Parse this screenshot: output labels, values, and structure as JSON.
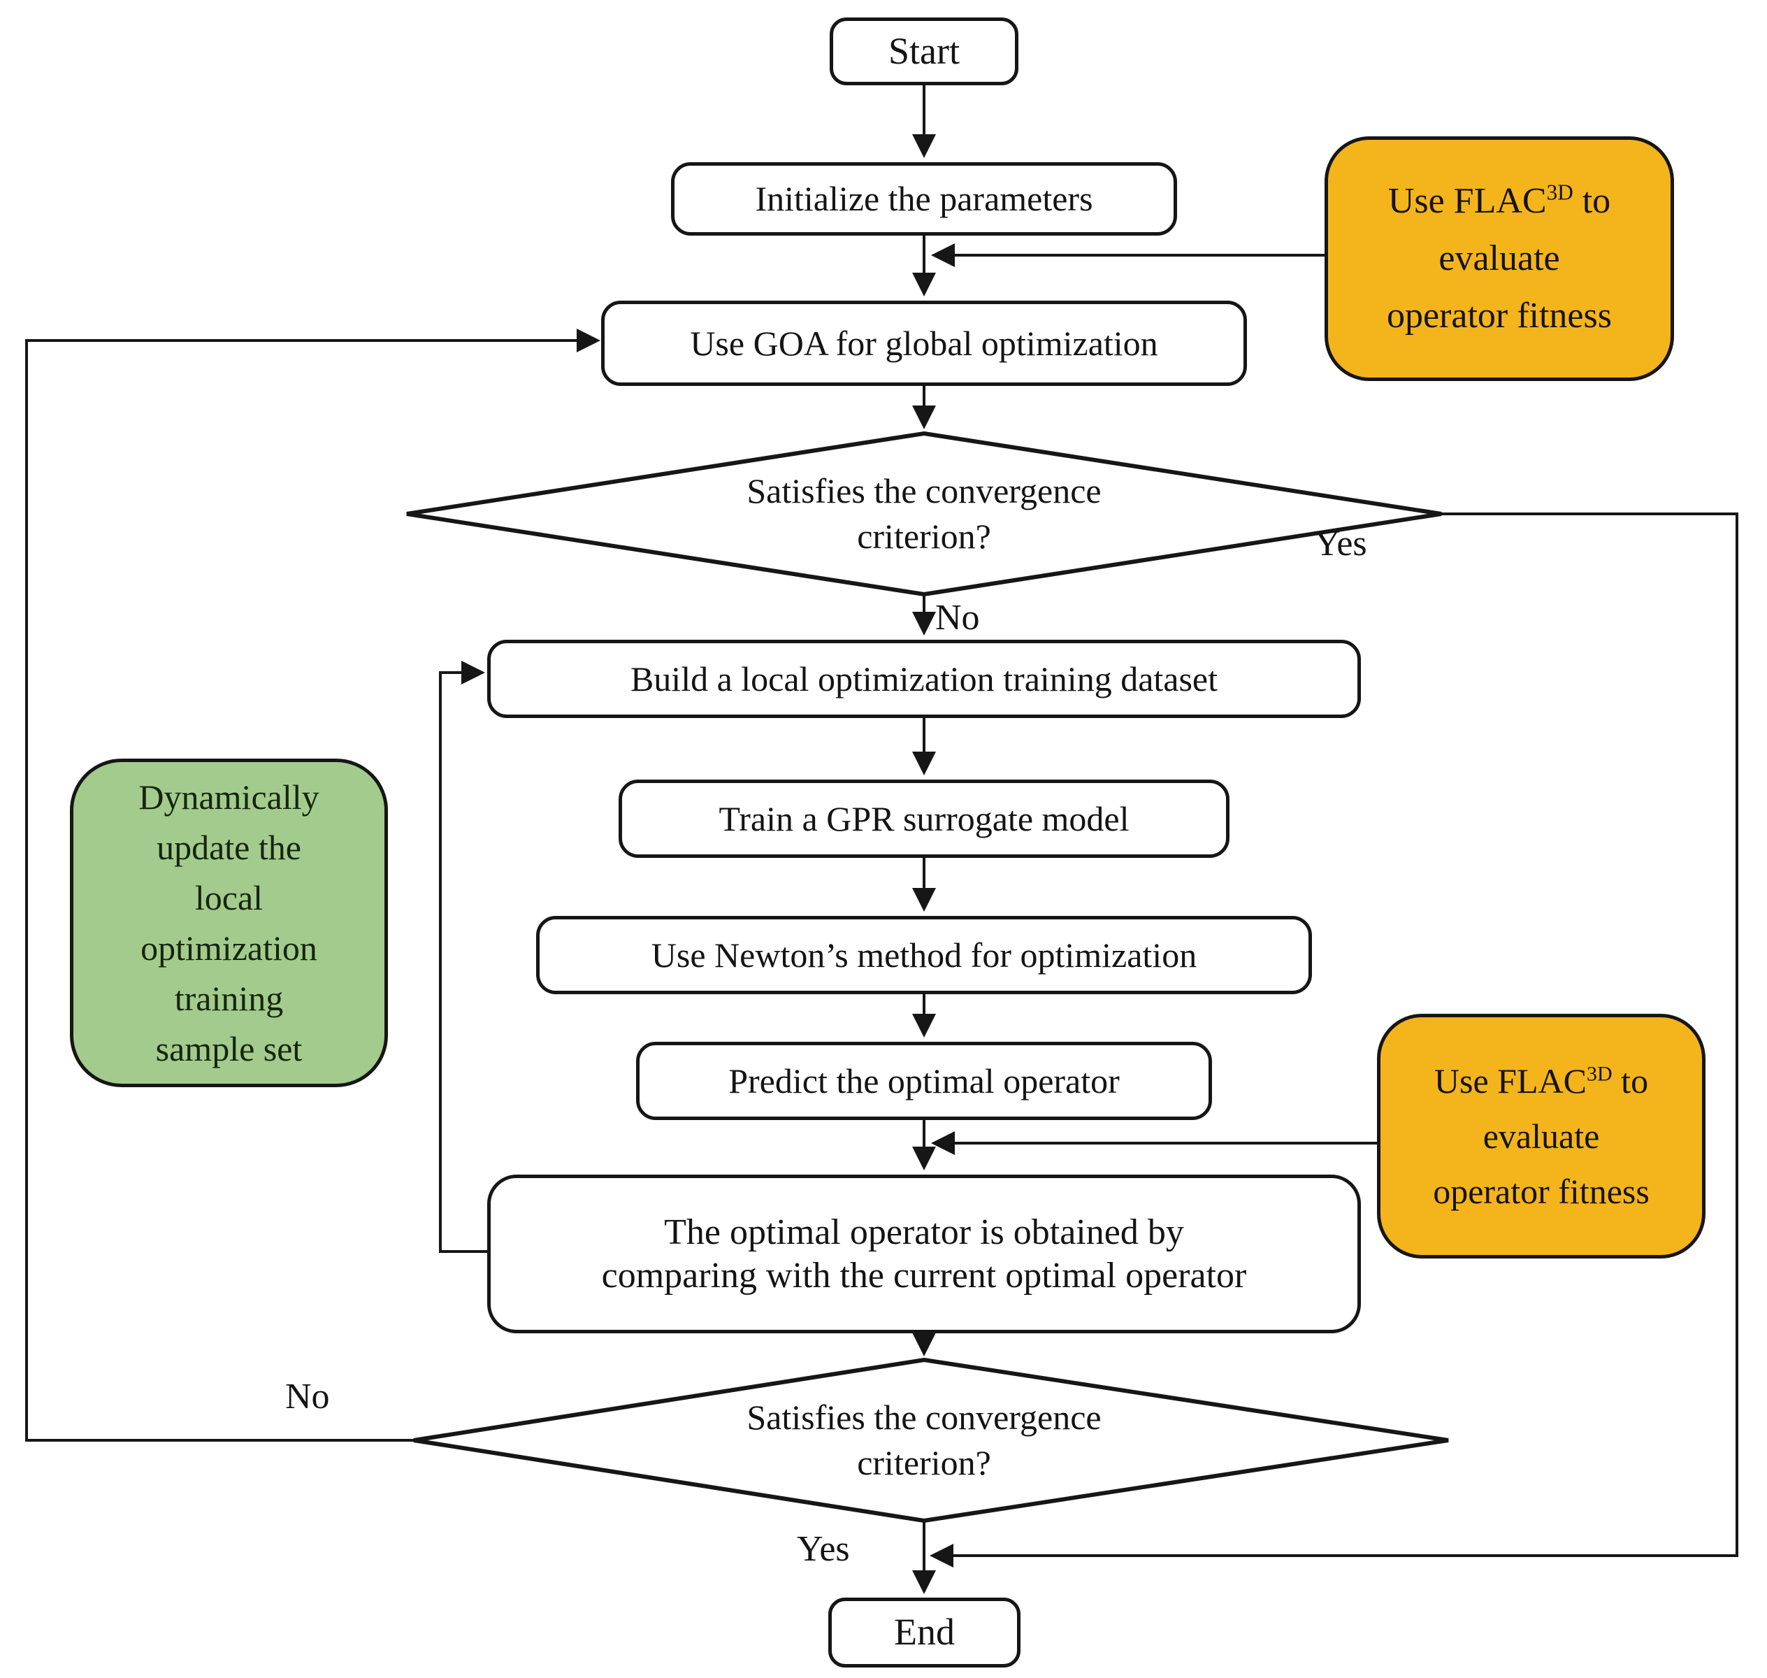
{
  "flowchart": {
    "colors": {
      "highlight_orange": "#F4B41C",
      "note_green": "#A3CB8D",
      "stroke": "#161616"
    },
    "nodes": {
      "start": "Start",
      "initialize": "Initialize the parameters",
      "goa": "Use GOA for global optimization",
      "decision_global": [
        "Satisfies the convergence",
        "criterion?"
      ],
      "build_dataset": "Build a local optimization training dataset",
      "train_gpr": "Train a GPR surrogate model",
      "newton": "Use Newton’s method for optimization",
      "predict": "Predict the optimal operator",
      "compare": [
        "The optimal operator is obtained by",
        "comparing with the current optimal operator"
      ],
      "decision_local": [
        "Satisfies the convergence",
        "criterion?"
      ],
      "end": "End"
    },
    "annotations": {
      "flac_top": {
        "line1_pre": "Use FLAC",
        "line1_sup": "3D",
        "line1_post": " to",
        "line2": "evaluate",
        "line3": "operator fitness"
      },
      "flac_mid": {
        "line1_pre": "Use FLAC",
        "line1_sup": "3D",
        "line1_post": " to",
        "line2": "evaluate",
        "line3": "operator fitness"
      },
      "green_note": [
        "Dynamically",
        "update the",
        "local",
        "optimization",
        "training",
        "sample set"
      ]
    },
    "edge_labels": {
      "decision_global_yes": "Yes",
      "decision_global_no": "No",
      "decision_local_no": "No",
      "decision_local_yes": "Yes"
    }
  }
}
